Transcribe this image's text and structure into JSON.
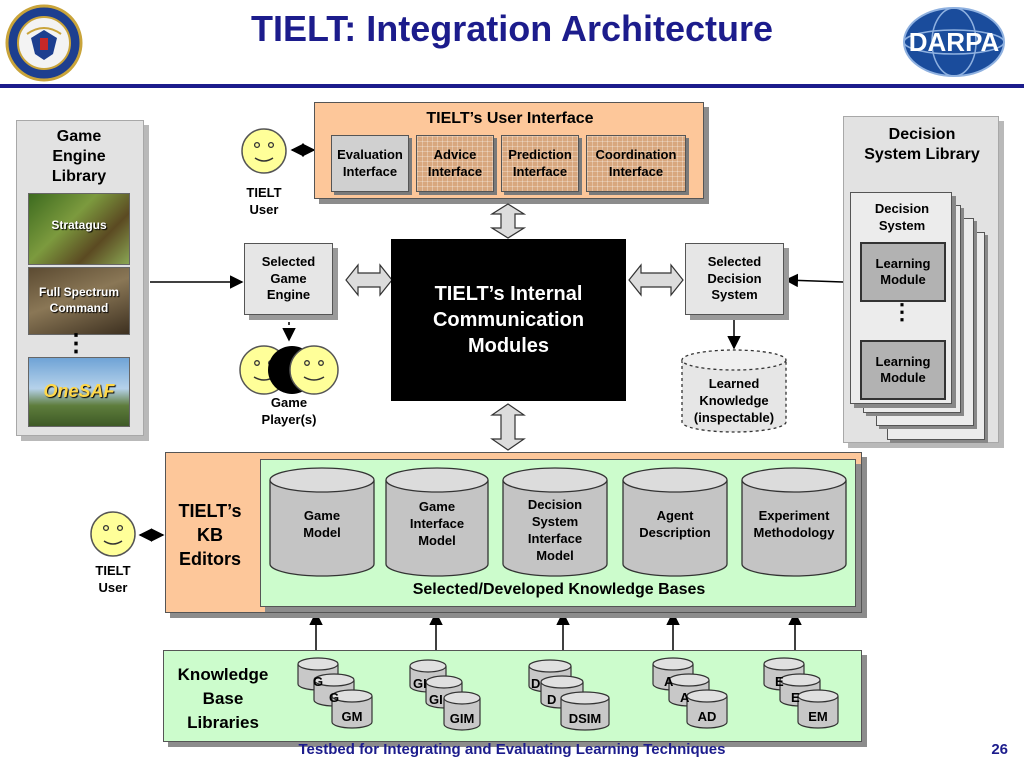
{
  "header": {
    "title": "TIELT: Integration Architecture",
    "left_logo": "navy-research-lab-seal",
    "right_logo_text": "DARPA"
  },
  "game_engine_library": {
    "title": "Game Engine Library",
    "items": [
      "Stratagus",
      "Full Spectrum Command",
      "OneSAF"
    ],
    "ellipsis": "⋮"
  },
  "user_interface": {
    "title": "TIELT’s User Interface",
    "interfaces": [
      {
        "label": "Evaluation Interface"
      },
      {
        "label": "Advice Interface"
      },
      {
        "label": "Prediction Interface"
      },
      {
        "label": "Coordination Interface"
      }
    ]
  },
  "users": {
    "top_user": "TIELT User",
    "kb_user": "TIELT User",
    "game_players": "Game Player(s)"
  },
  "selected_game_engine": "Selected Game Engine",
  "internal_modules": "TIELT’s Internal Communication Modules",
  "selected_decision_system": "Selected Decision System",
  "learned_knowledge": "Learned Knowledge (inspectable)",
  "decision_system_library": {
    "title": "Decision System Library",
    "inner_title": "Decision System",
    "modules": [
      "Learning Module",
      "Learning Module"
    ],
    "ellipsis": "⋮"
  },
  "kb_editors": {
    "title": "TIELT’s KB Editors"
  },
  "knowledge_bases": {
    "title": "Selected/Developed Knowledge Bases",
    "items": [
      "Game Model",
      "Game Interface Model",
      "Decision System Interface Model",
      "Agent Description",
      "Experiment Methodology"
    ]
  },
  "kb_libraries": {
    "title": "Knowledge Base Libraries",
    "stacks": [
      {
        "back": "G",
        "mid": "G",
        "front": "GM"
      },
      {
        "back": "GI",
        "mid": "GI",
        "front": "GIM"
      },
      {
        "back": "D",
        "mid": "D",
        "front": "DSIM"
      },
      {
        "back": "A",
        "mid": "A",
        "front": "AD"
      },
      {
        "back": "E",
        "mid": "E",
        "front": "EM"
      }
    ]
  },
  "footer": {
    "text": "Testbed for Integrating and Evaluating Learning Techniques",
    "page": "26"
  },
  "colors": {
    "title_blue": "#1c1c8c",
    "peach": "#fdc79a",
    "green": "#ccfccc",
    "smiley": "#ffff99",
    "gray_panel": "#e2e2e2"
  }
}
